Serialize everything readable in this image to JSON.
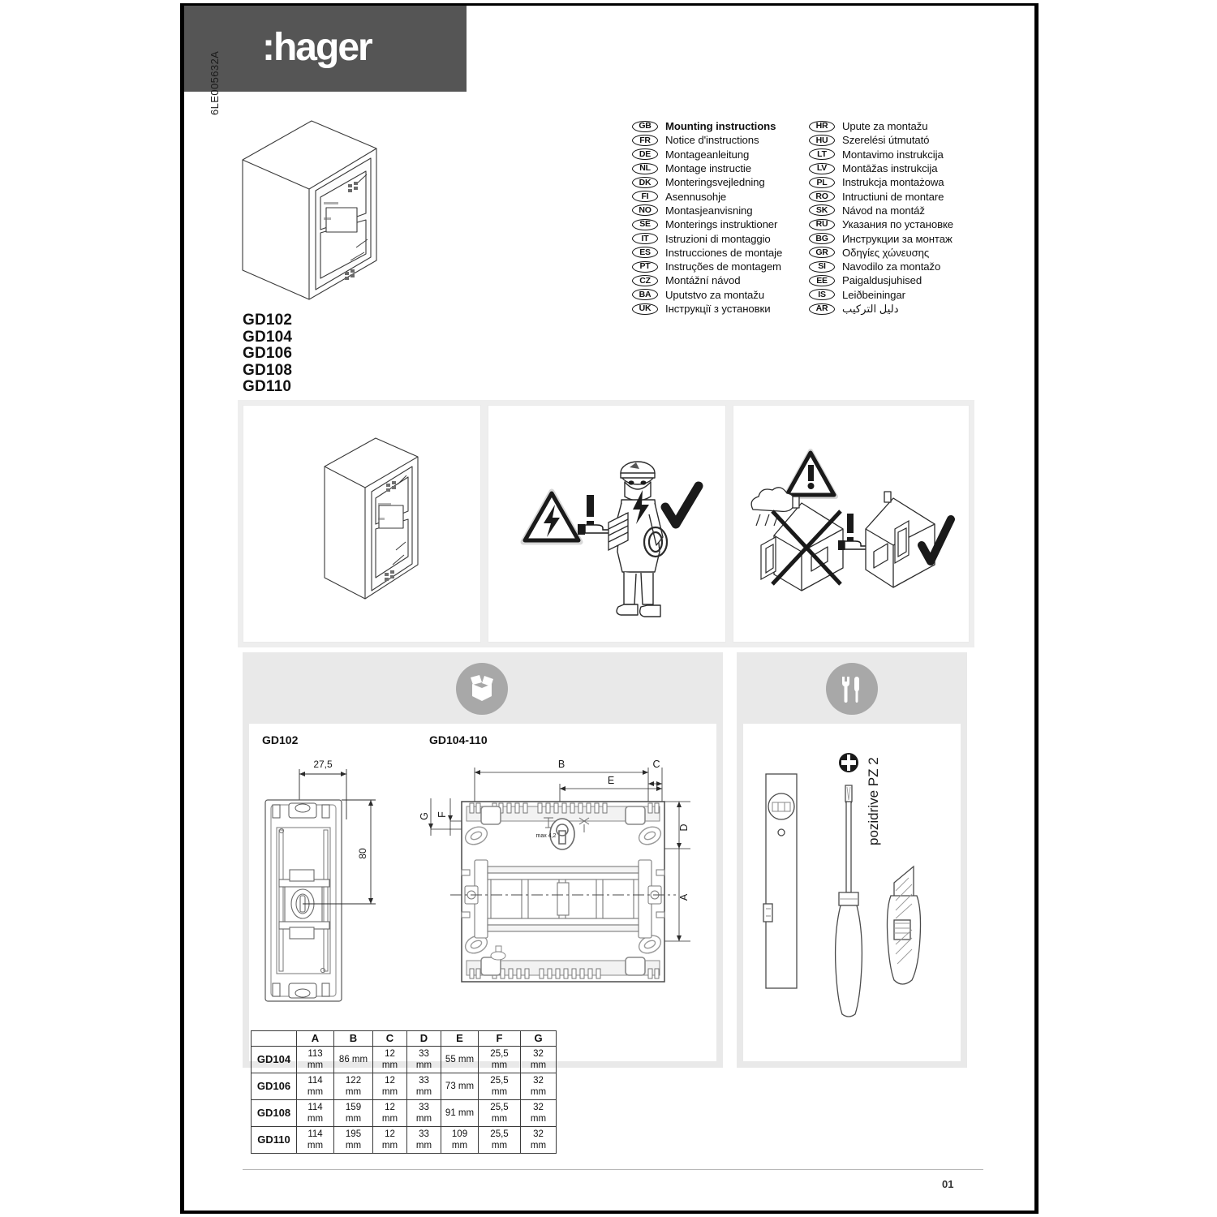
{
  "document": {
    "brand": "hager",
    "reference_code": "6LE005632A",
    "page_number": "01",
    "header_bg": "#555555"
  },
  "models": [
    "GD102",
    "GD104",
    "GD106",
    "GD108",
    "GD110"
  ],
  "languages": {
    "left": [
      {
        "code": "GB",
        "text": "Mounting instructions",
        "bold": true
      },
      {
        "code": "FR",
        "text": "Notice d'instructions",
        "bold": false
      },
      {
        "code": "DE",
        "text": "Montageanleitung",
        "bold": false
      },
      {
        "code": "NL",
        "text": "Montage instructie",
        "bold": false
      },
      {
        "code": "DK",
        "text": "Monteringsvejledning",
        "bold": false
      },
      {
        "code": "FI",
        "text": "Asennusohje",
        "bold": false
      },
      {
        "code": "NO",
        "text": "Montasjeanvisning",
        "bold": false
      },
      {
        "code": "SE",
        "text": "Monterings instruktioner",
        "bold": false
      },
      {
        "code": "IT",
        "text": "Istruzioni di montaggio",
        "bold": false
      },
      {
        "code": "ES",
        "text": "Instrucciones de montaje",
        "bold": false
      },
      {
        "code": "PT",
        "text": "Instruções de montagem",
        "bold": false
      },
      {
        "code": "CZ",
        "text": "Montážní návod",
        "bold": false
      },
      {
        "code": "BA",
        "text": "Uputstvo za montažu",
        "bold": false
      },
      {
        "code": "UK",
        "text": "Інструкції з установки",
        "bold": false
      }
    ],
    "right": [
      {
        "code": "HR",
        "text": "Upute za montažu",
        "bold": false
      },
      {
        "code": "HU",
        "text": "Szerelési útmutató",
        "bold": false
      },
      {
        "code": "LT",
        "text": "Montavimo instrukcija",
        "bold": false
      },
      {
        "code": "LV",
        "text": "Montāžas instrukcija",
        "bold": false
      },
      {
        "code": "PL",
        "text": "Instrukcja montażowa",
        "bold": false
      },
      {
        "code": "RO",
        "text": "Intructiuni de montare",
        "bold": false
      },
      {
        "code": "SK",
        "text": "Návod na montáž",
        "bold": false
      },
      {
        "code": "RU",
        "text": "Указания по установке",
        "bold": false
      },
      {
        "code": "BG",
        "text": "Инструкции за монтаж",
        "bold": false
      },
      {
        "code": "GR",
        "text": "Οδηγίες χώνευσης",
        "bold": false
      },
      {
        "code": "SI",
        "text": "Navodilo za montažo",
        "bold": false
      },
      {
        "code": "EE",
        "text": "Paigaldusjuhised",
        "bold": false
      },
      {
        "code": "IS",
        "text": "Leiðbeiningar",
        "bold": false
      },
      {
        "code": "AR",
        "text": "دليل التركيب",
        "bold": false,
        "rtl": true
      }
    ]
  },
  "panels": {
    "panel1_name": "product-enclosure-illustration",
    "panel2_name": "qualified-electrician-warning",
    "panel3_name": "indoor-installation-warning"
  },
  "package_section": {
    "icon": "open-box-icon",
    "drawing_labels": {
      "gd102": "GD102",
      "gd104_110": "GD104-110"
    },
    "gd102_dimensions": {
      "width": "27,5",
      "height": "80"
    },
    "gd104_dimension_letters": [
      "A",
      "B",
      "C",
      "D",
      "E",
      "F",
      "G"
    ],
    "screw_note": "max 4,2"
  },
  "tools_section": {
    "icon": "wrench-screwdriver-icon",
    "tools": [
      "spirit-level",
      "pozidrive-screwdriver",
      "utility-knife"
    ],
    "screwdriver_label": "pozidrive PZ 2"
  },
  "dimension_table": {
    "headers": [
      "",
      "A",
      "B",
      "C",
      "D",
      "E",
      "F",
      "G"
    ],
    "rows": [
      {
        "model": "GD104",
        "values": [
          "113 mm",
          "86 mm",
          "12 mm",
          "33 mm",
          "55 mm",
          "25,5 mm",
          "32 mm"
        ]
      },
      {
        "model": "GD106",
        "values": [
          "114 mm",
          "122 mm",
          "12 mm",
          "33 mm",
          "73 mm",
          "25,5 mm",
          "32 mm"
        ]
      },
      {
        "model": "GD108",
        "values": [
          "114 mm",
          "159 mm",
          "12 mm",
          "33 mm",
          "91 mm",
          "25,5 mm",
          "32 mm"
        ]
      },
      {
        "model": "GD110",
        "values": [
          "114 mm",
          "195 mm",
          "12 mm",
          "33 mm",
          "109 mm",
          "25,5 mm",
          "32 mm"
        ]
      }
    ]
  }
}
